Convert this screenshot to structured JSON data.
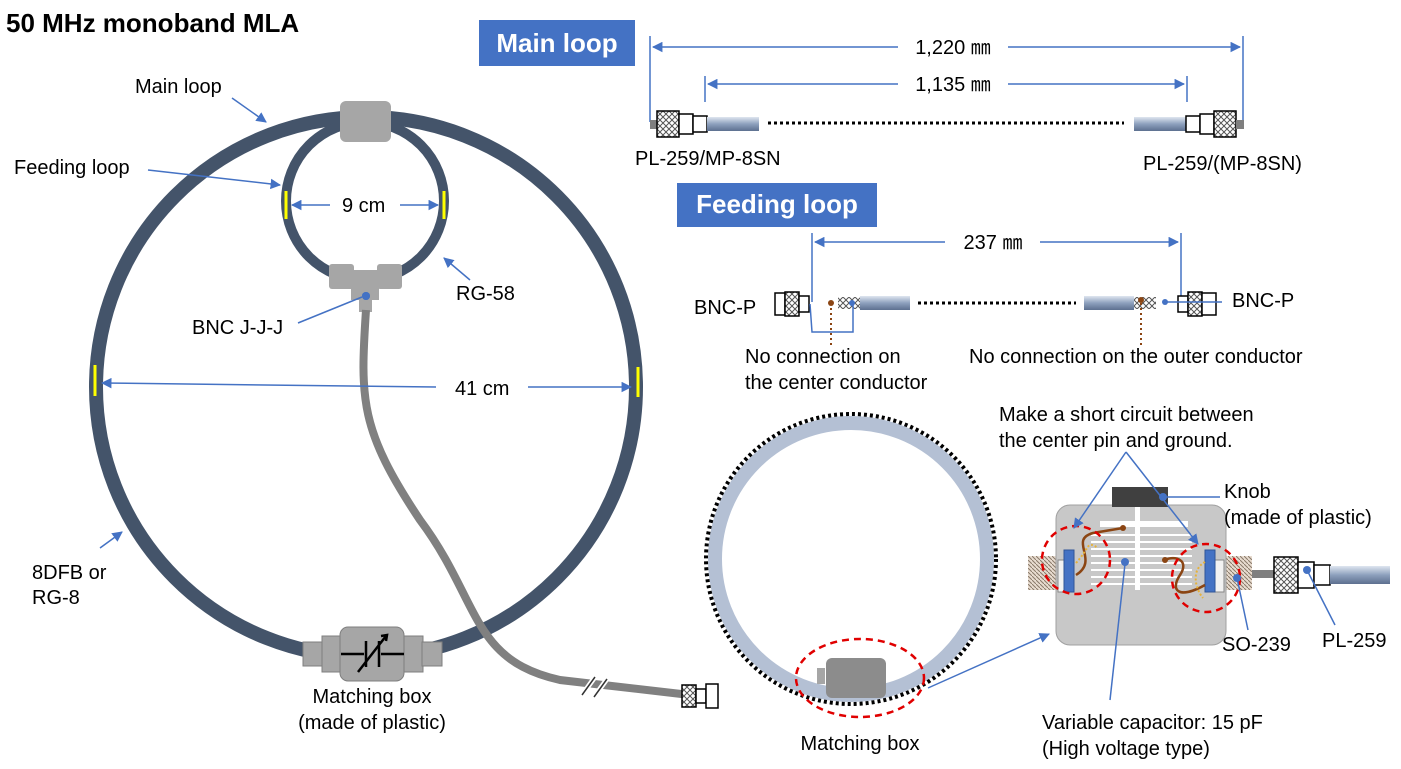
{
  "title": "50 MHz monoband MLA",
  "left": {
    "main_loop": "Main loop",
    "feeding_loop": "Feeding loop",
    "feed_diameter": "9 cm",
    "rg58": "RG-58",
    "bnc_jjj": "BNC J-J-J",
    "main_diameter": "41 cm",
    "cable_line1": "8DFB or",
    "cable_line2": "RG-8",
    "matching_line1": "Matching box",
    "matching_line2": "(made of plastic)"
  },
  "main_loop_spec": {
    "badge": "Main loop",
    "overall_length": "1,220 ㎜",
    "inner_length": "1,135 ㎜",
    "left_connector": "PL-259/MP-8SN",
    "right_connector": "PL-259/(MP-8SN)"
  },
  "feeding_loop_spec": {
    "badge": "Feeding loop",
    "length": "237 ㎜",
    "left_connector": "BNC-P",
    "right_connector": "BNC-P",
    "left_note_line1": "No connection on",
    "left_note_line2": "the center conductor",
    "right_note": "No connection on the outer conductor"
  },
  "detail": {
    "short_note_line1": "Make a short circuit between",
    "short_note_line2": "the center pin and ground.",
    "knob_line1": "Knob",
    "knob_line2": "(made of plastic)",
    "so239": "SO-239",
    "pl259": "PL-259",
    "matching_box": "Matching box",
    "capacitor_line1": "Variable capacitor: 15 pF",
    "capacitor_line2": "(High voltage type)"
  },
  "colors": {
    "loop": "#44546a",
    "badge": "#4472c4",
    "arrow": "#4472c4",
    "yellow_mark": "#ffff00",
    "red_circle": "#e00000",
    "feed_cable": "#808080",
    "light_loop": "#b4c0d4"
  }
}
